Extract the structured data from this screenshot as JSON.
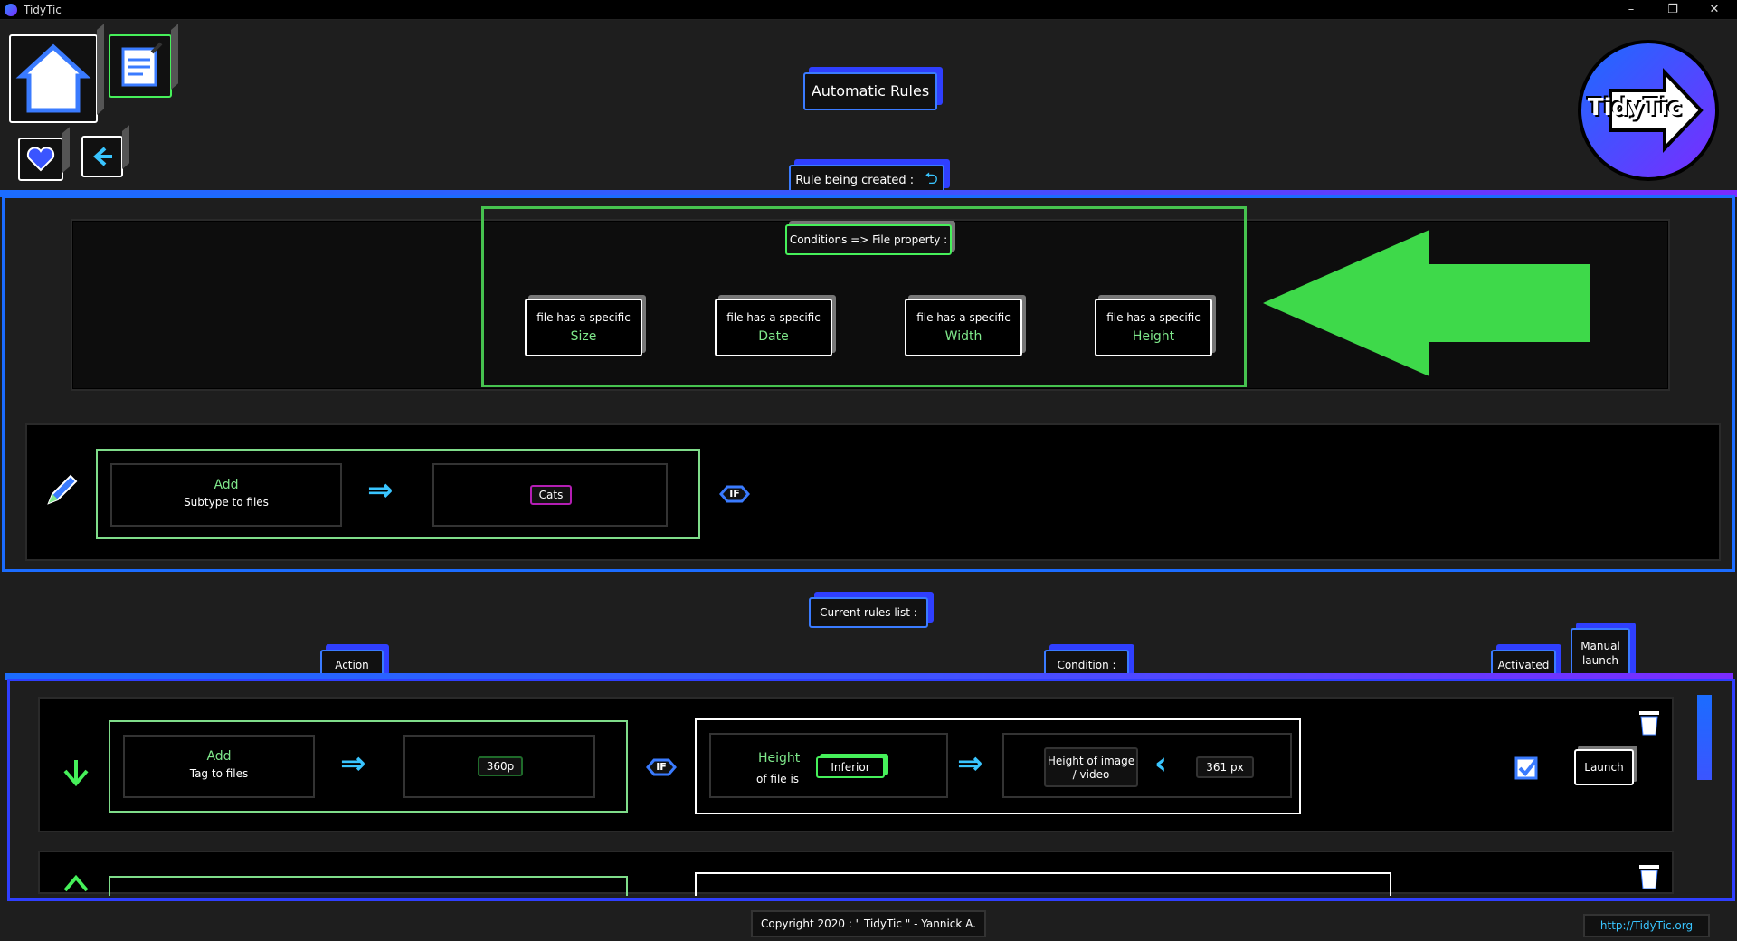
{
  "window": {
    "title": "TidyTic",
    "minimize": "–",
    "maximize": "❐",
    "close": "✕"
  },
  "header": {
    "title": "Automatic Rules",
    "logo_text": "TidyTic"
  },
  "nav": {
    "home": "home-icon",
    "editor": "edit-icon",
    "favorite": "heart-icon",
    "back": "back-arrow-icon"
  },
  "rule_creation": {
    "label": "Rule being created :",
    "conditions_header": "Conditions => File property :",
    "properties": [
      {
        "line1": "file has a specific",
        "line2": "Size"
      },
      {
        "line1": "file has a specific",
        "line2": "Date"
      },
      {
        "line1": "file has a specific",
        "line2": "Width"
      },
      {
        "line1": "file has a specific",
        "line2": "Height"
      }
    ],
    "action_verb": "Add",
    "action_object": "Subtype to files",
    "tag_value": "Cats",
    "if_label": "IF"
  },
  "rules_list": {
    "label": "Current rules list :",
    "col_action": "Action",
    "col_condition": "Condition :",
    "col_activated": "Activated",
    "col_manual": "Manual launch",
    "rows": [
      {
        "action_verb": "Add",
        "action_object": "Tag to files",
        "tag_value": "360p",
        "if_label": "IF",
        "cond_prop": "Height",
        "cond_prop_sub": "of file is",
        "cond_op": "Inferior",
        "cond_target": "Height of image / video",
        "cond_value": "361 px",
        "launch": "Launch"
      }
    ]
  },
  "footer": {
    "copyright": "Copyright 2020 : \" TidyTic \" - Yannick A.",
    "url": "http://TidyTic.org"
  },
  "colors": {
    "accent_blue": "#3a7bff",
    "accent_purple": "#7b2bff",
    "accent_green": "#46f05a",
    "text_green": "#7fe88b",
    "cyan": "#39c5ff"
  }
}
